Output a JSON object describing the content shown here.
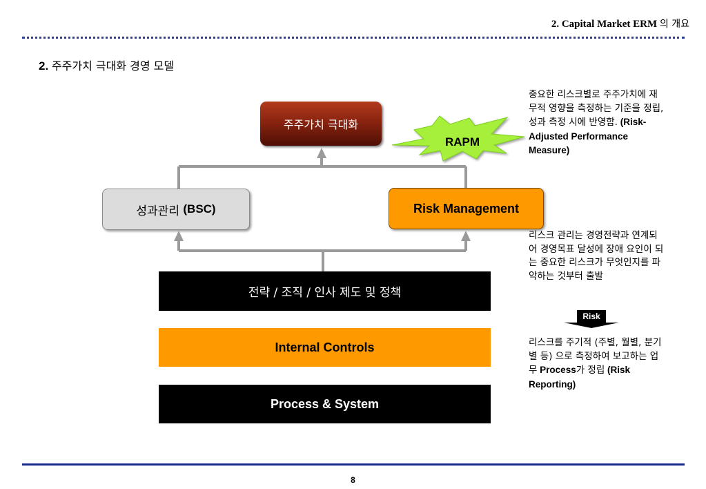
{
  "header": {
    "title_en": "2. Capital Market ERM",
    "title_ko": "의 개요"
  },
  "section": {
    "number": "2.",
    "title": "주주가치 극대화 경영 모델"
  },
  "diagram": {
    "top_box": "주주가치 극대화",
    "rapm_label": "RAPM",
    "bsc_box": {
      "ko": "성과관리",
      "en": "(BSC)"
    },
    "risk_mgmt_box": "Risk Management",
    "bar_strategy": "전략 / 조직 / 인사 제도 및 정책",
    "bar_internal_controls": "Internal Controls",
    "bar_process_system": "Process & System",
    "risk_arrow_label": "Risk"
  },
  "notes": {
    "rapm_note_ko": "중요한 리스크별로 주주가치에 재무적 영향을 측정하는 기준을 정립, 성과 측정 시에 반영함.",
    "rapm_note_en": " (Risk-Adjusted Performance Measure)",
    "risk_mgmt_note": "리스크 관리는 경영전략과 연계되어 경영목표 달성에 장애 요인이 되는 중요한 리스크가 무엇인지를 파악하는 것부터 출발",
    "reporting_note_a": "리스크를 주기적 (주별, 월별, 분기별 등) 으로 측정하여 보고하는 업무",
    "reporting_note_b": " Process",
    "reporting_note_c": "가 정립",
    "reporting_note_d": " (Risk Reporting)"
  },
  "footer": {
    "page_number": "8"
  },
  "colors": {
    "accent_blue": "#2b3f99",
    "orange": "#ff9900",
    "dark_red": "#8a2410",
    "burst_green": "#a6ef3a",
    "connector_gray": "#9a9a9a"
  }
}
